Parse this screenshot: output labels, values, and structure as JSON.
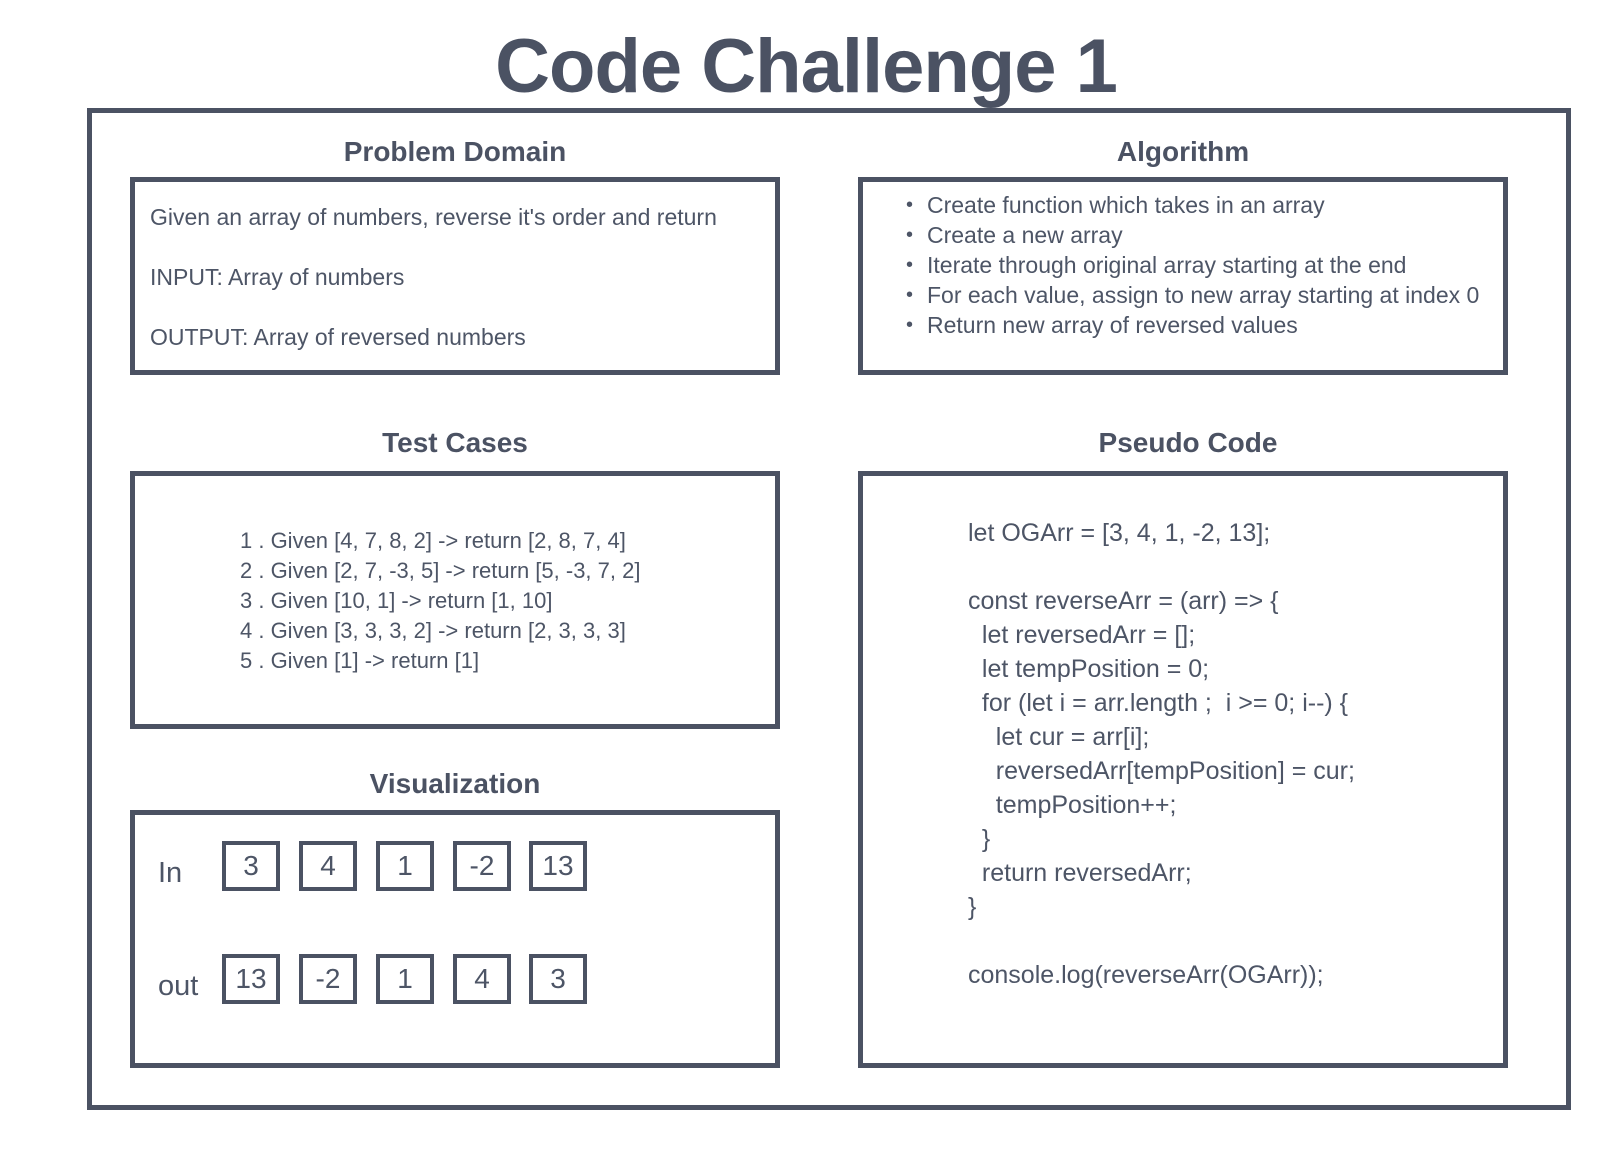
{
  "title": "Code Challenge 1",
  "problem_domain": {
    "heading": "Problem Domain",
    "lines": [
      "Given an array of numbers, reverse it's order and return",
      "INPUT: Array of numbers",
      "OUTPUT: Array of reversed numbers"
    ]
  },
  "algorithm": {
    "heading": "Algorithm",
    "bullet": "•",
    "items": [
      "Create function which takes in an array",
      "Create a new array",
      "Iterate through original array starting at the end",
      "For each value, assign to new array starting at index 0",
      "Return new array of reversed values"
    ]
  },
  "test_cases": {
    "heading": "Test Cases",
    "items": [
      "1 . Given [4, 7, 8, 2] -> return [2, 8, 7, 4]",
      "2 . Given [2, 7, -3, 5] -> return [5, -3, 7, 2]",
      "3 . Given [10, 1] -> return [1, 10]",
      "4 . Given [3, 3, 3, 2] -> return [2, 3, 3, 3]",
      "5 . Given [1] -> return [1]"
    ]
  },
  "visualization": {
    "heading": "Visualization",
    "in_label": "In",
    "out_label": "out",
    "in_values": [
      "3",
      "4",
      "1",
      "-2",
      "13"
    ],
    "out_values": [
      "13",
      "-2",
      "1",
      "4",
      "3"
    ]
  },
  "pseudo_code": {
    "heading": "Pseudo Code",
    "lines": [
      "let OGArr = [3, 4, 1, -2, 13];",
      "const reverseArr = (arr) => {",
      "  let reversedArr = [];",
      "  let tempPosition = 0;",
      "  for (let i = arr.length ;  i >= 0; i--) {",
      "    let cur = arr[i];",
      "    reversedArr[tempPosition] = cur;",
      "    tempPosition++;",
      "  }",
      "  return reversedArr;",
      "}",
      "console.log(reverseArr(OGArr));"
    ]
  }
}
